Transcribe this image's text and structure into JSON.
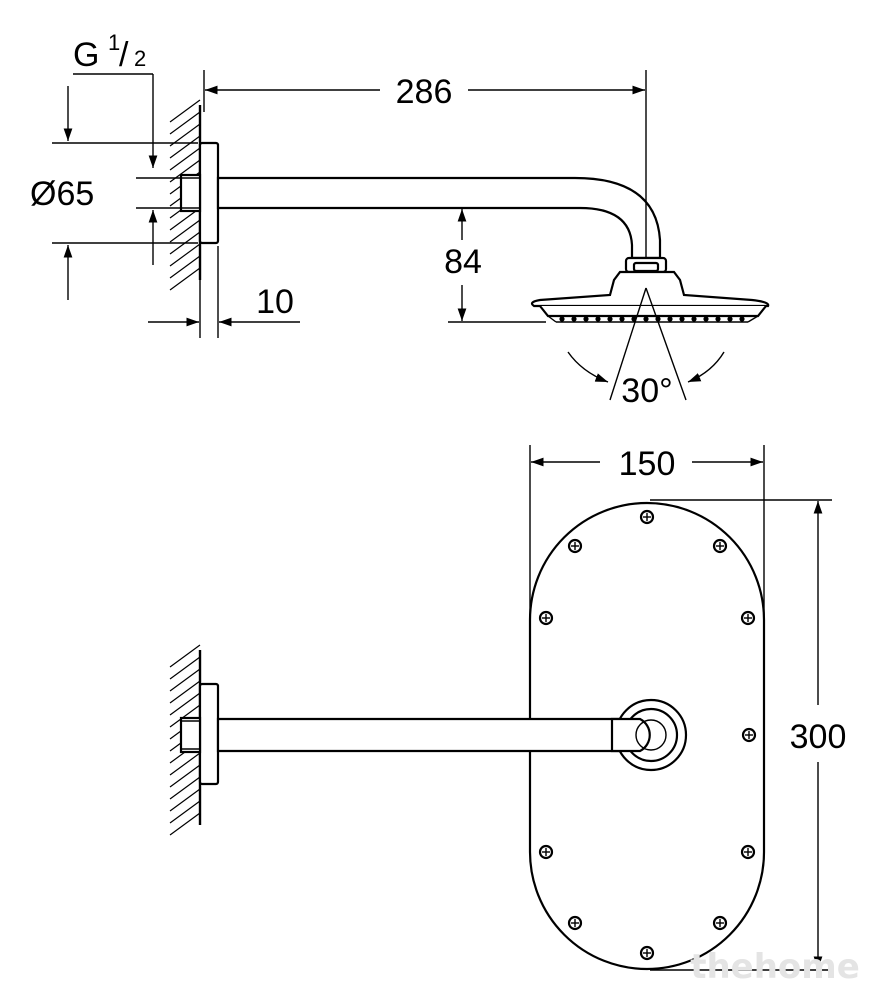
{
  "drawing": {
    "thread_size": {
      "base": "G",
      "num": "1",
      "den": "2"
    },
    "dimensions": {
      "arm_length": "286",
      "flange_diameter": "Ø65",
      "drop_height": "84",
      "wall_gap": "10",
      "tilt_angle": "30°",
      "head_width": "150",
      "head_length": "300"
    },
    "watermark": "thehome"
  }
}
